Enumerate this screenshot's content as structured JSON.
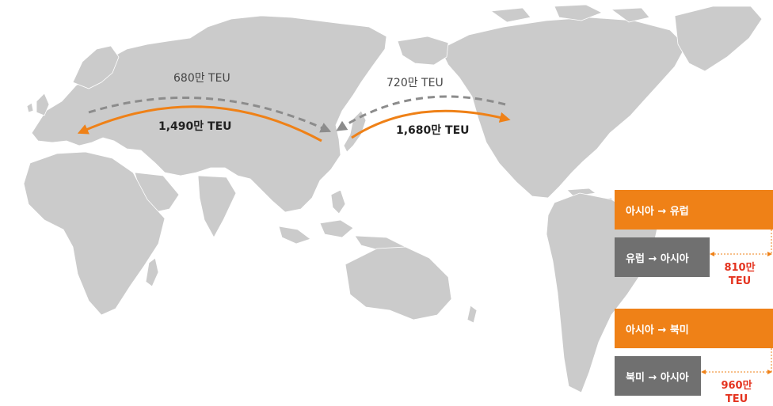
{
  "flows": [
    {
      "id": "asia-europe",
      "label": "1,490만 TEU",
      "color": "#ef8117",
      "style": "solid"
    },
    {
      "id": "europe-asia",
      "label": "680만 TEU",
      "color": "#8c8c8c",
      "style": "dashed"
    },
    {
      "id": "asia-namerica",
      "label": "1,680만 TEU",
      "color": "#ef8117",
      "style": "solid"
    },
    {
      "id": "namerica-asia",
      "label": "720만 TEU",
      "color": "#8c8c8c",
      "style": "dashed"
    }
  ],
  "legend": {
    "asia_europe": "아시아 → 유럽",
    "europe_asia": "유럽 → 아시아",
    "gap_europe_value": "810만",
    "gap_europe_unit": "TEU",
    "asia_namerica": "아시아 → 북미",
    "namerica_asia": "북미 → 아시아",
    "gap_namerica_value": "960만",
    "gap_namerica_unit": "TEU"
  },
  "colors": {
    "land": "#cbcbcb",
    "orange": "#ef8117",
    "grey_box": "#707070",
    "dashed": "#8c8c8c",
    "gap_text": "#e4331f"
  }
}
